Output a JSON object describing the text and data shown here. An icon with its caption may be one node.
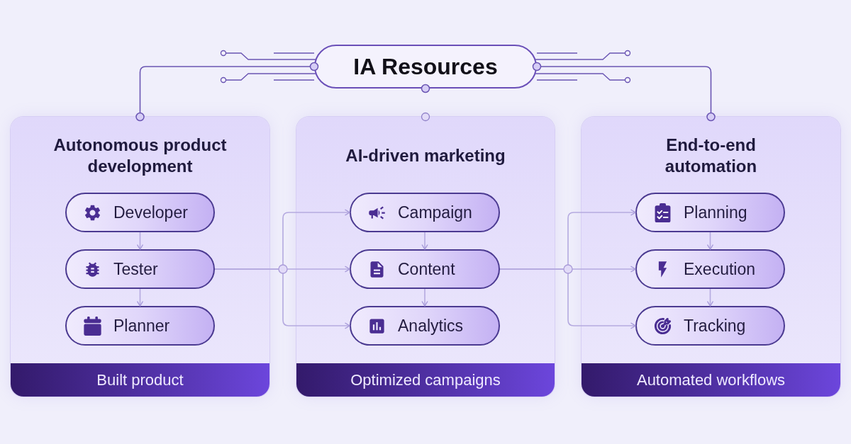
{
  "diagram": {
    "nodes": [
      {
        "text": [
          "IA Resources"
        ]
      },
      {
        "text": [
          "Autonomous product development"
        ]
      },
      {
        "text": [
          "Developer"
        ],
        "in": 1
      },
      {
        "text": [
          "Tester"
        ],
        "in": 1
      },
      {
        "text": [
          "Planner"
        ],
        "in": 1
      },
      {
        "text": [
          "Built product"
        ],
        "in": 1
      },
      {
        "text": [
          "AI-driven marketing"
        ]
      },
      {
        "text": [
          "Campaign"
        ],
        "in": 6
      },
      {
        "text": [
          "Content"
        ],
        "in": 6
      },
      {
        "text": [
          "Analytics"
        ],
        "in": 6
      },
      {
        "text": [
          "Optimized campaigns"
        ],
        "in": 6
      },
      {
        "text": [
          "End-to-end automation"
        ]
      },
      {
        "text": [
          "Planning"
        ],
        "in": 11
      },
      {
        "text": [
          "Execution"
        ],
        "in": 11
      },
      {
        "text": [
          "Tracking"
        ],
        "in": 11
      },
      {
        "text": [
          "Automated workflows"
        ],
        "in": 11
      }
    ],
    "edges": [
      {
        "from": 0,
        "to": 1,
        "arrow": "other",
        "color": "#6a55b3"
      },
      {
        "from": 0,
        "to": 11,
        "arrow": "other",
        "color": "#6a55b3"
      },
      {
        "from": 2,
        "to": 3,
        "arrow": "to"
      },
      {
        "from": 3,
        "to": 4,
        "arrow": "to"
      },
      {
        "from": 3,
        "to": 7,
        "arrow": "to"
      },
      {
        "from": 3,
        "to": 8,
        "arrow": "to"
      },
      {
        "from": 3,
        "to": 9,
        "arrow": "to"
      },
      {
        "from": 7,
        "to": 8,
        "arrow": "to"
      },
      {
        "from": 8,
        "to": 9,
        "arrow": "to"
      },
      {
        "from": 8,
        "to": 12,
        "arrow": "to"
      },
      {
        "from": 8,
        "to": 13,
        "arrow": "to"
      },
      {
        "from": 8,
        "to": 14,
        "arrow": "to"
      },
      {
        "from": 12,
        "to": 13,
        "arrow": "to"
      },
      {
        "from": 13,
        "to": 14,
        "arrow": "to"
      }
    ]
  }
}
